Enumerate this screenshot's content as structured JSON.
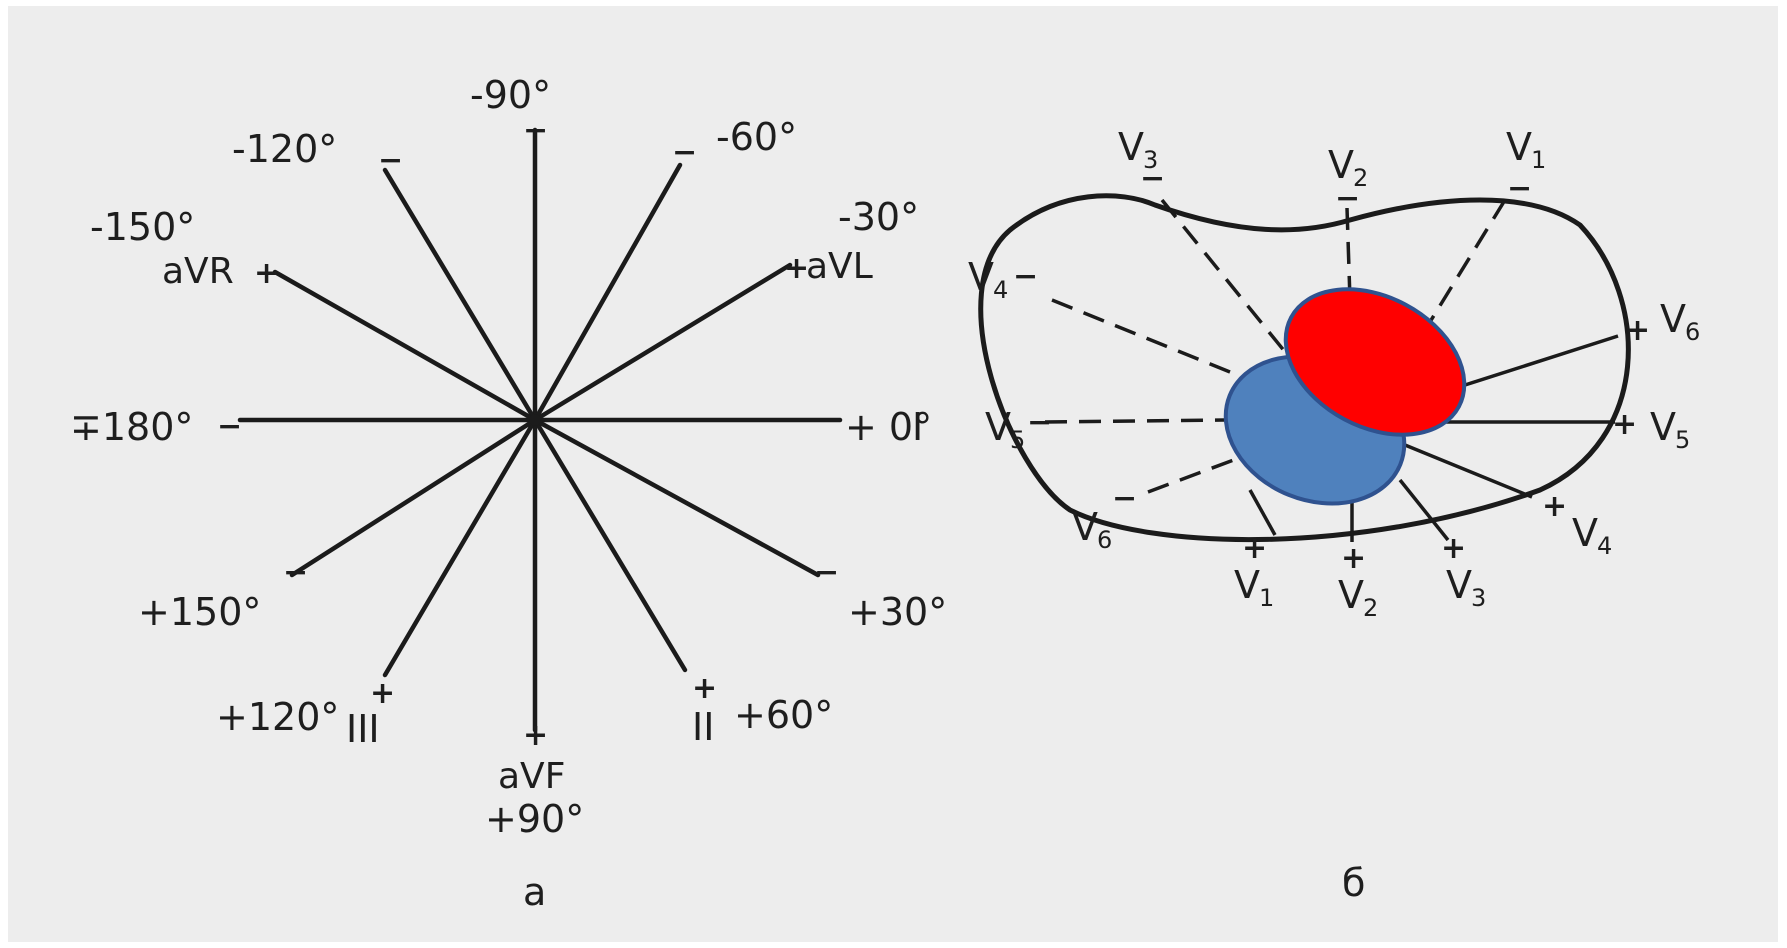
{
  "panel_a": {
    "caption": "a",
    "angles": {
      "minus90": "-90°",
      "minus120": "-120°",
      "minus60": "-60°",
      "minus150": "-150°",
      "minus30": "-30°",
      "plus180": "∓180°",
      "zero": "+ 0°",
      "plus150": "+150°",
      "plus30": "+30°",
      "plus120": "+120°",
      "plus60": "+60°",
      "plus90": "+90°"
    },
    "leads": {
      "avr": "aVR",
      "avl": "aVL",
      "i": "I",
      "iii": "III",
      "ii": "II",
      "avf": "aVF"
    },
    "signs": {
      "minus": "−",
      "plus": "+"
    }
  },
  "panel_b": {
    "caption": "б",
    "lead_letter": "V",
    "leads": {
      "v1": "1",
      "v2": "2",
      "v3": "3",
      "v4": "4",
      "v5": "5",
      "v6": "6"
    },
    "colors": {
      "left_ventricle": "#ff0000",
      "right_ventricle": "#4f81bd",
      "outline": "#2f528f"
    }
  },
  "colors": {
    "background": "#ededed",
    "ink": "#1b1b1b"
  }
}
